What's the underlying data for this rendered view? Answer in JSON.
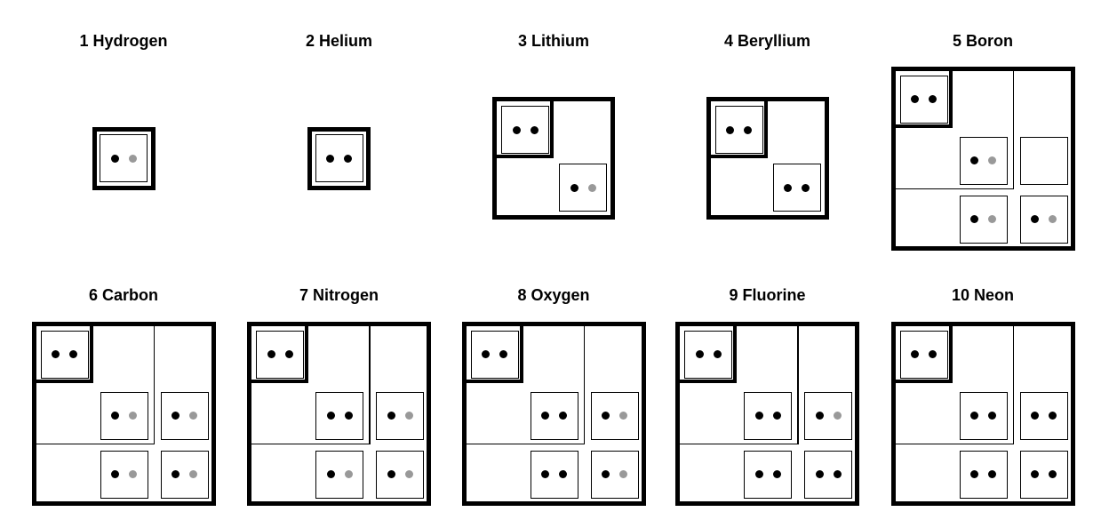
{
  "figure": {
    "background": "#ffffff",
    "dot_colors": {
      "filled": "#000000",
      "empty": "#999999"
    },
    "elements": [
      {
        "atomic_number": "1",
        "name": "Hydrogen",
        "title": "1 Hydrogen",
        "orbitals": {
          "1s": [
            "filled",
            "empty"
          ]
        }
      },
      {
        "atomic_number": "2",
        "name": "Helium",
        "title": "2 Helium",
        "orbitals": {
          "1s": [
            "filled",
            "filled"
          ]
        }
      },
      {
        "atomic_number": "3",
        "name": "Lithium",
        "title": "3 Lithium",
        "orbitals": {
          "1s": [
            "filled",
            "filled"
          ],
          "2s": [
            "filled",
            "empty"
          ]
        }
      },
      {
        "atomic_number": "4",
        "name": "Beryllium",
        "title": "4 Beryllium",
        "orbitals": {
          "1s": [
            "filled",
            "filled"
          ],
          "2s": [
            "filled",
            "filled"
          ]
        }
      },
      {
        "atomic_number": "5",
        "name": "Boron",
        "title": "5 Boron",
        "orbitals": {
          "1s": [
            "filled",
            "filled"
          ],
          "2s": [
            "filled",
            "empty"
          ],
          "2p_a": [],
          "2p_b": [
            "filled",
            "empty"
          ],
          "2p_c": [
            "filled",
            "empty"
          ]
        }
      },
      {
        "atomic_number": "6",
        "name": "Carbon",
        "title": "6 Carbon",
        "orbitals": {
          "1s": [
            "filled",
            "filled"
          ],
          "2s": [
            "filled",
            "empty"
          ],
          "2p_a": [
            "filled",
            "empty"
          ],
          "2p_b": [
            "filled",
            "empty"
          ],
          "2p_c": [
            "filled",
            "empty"
          ]
        }
      },
      {
        "atomic_number": "7",
        "name": "Nitrogen",
        "title": "7 Nitrogen",
        "orbitals": {
          "1s": [
            "filled",
            "filled"
          ],
          "2s": [
            "filled",
            "filled"
          ],
          "2p_a": [
            "filled",
            "empty"
          ],
          "2p_b": [
            "filled",
            "empty"
          ],
          "2p_c": [
            "filled",
            "empty"
          ]
        }
      },
      {
        "atomic_number": "8",
        "name": "Oxygen",
        "title": "8 Oxygen",
        "orbitals": {
          "1s": [
            "filled",
            "filled"
          ],
          "2s": [
            "filled",
            "filled"
          ],
          "2p_a": [
            "filled",
            "empty"
          ],
          "2p_b": [
            "filled",
            "filled"
          ],
          "2p_c": [
            "filled",
            "empty"
          ]
        }
      },
      {
        "atomic_number": "9",
        "name": "Fluorine",
        "title": "9 Fluorine",
        "orbitals": {
          "1s": [
            "filled",
            "filled"
          ],
          "2s": [
            "filled",
            "filled"
          ],
          "2p_a": [
            "filled",
            "empty"
          ],
          "2p_b": [
            "filled",
            "filled"
          ],
          "2p_c": [
            "filled",
            "filled"
          ]
        }
      },
      {
        "atomic_number": "10",
        "name": "Neon",
        "title": "10 Neon",
        "orbitals": {
          "1s": [
            "filled",
            "filled"
          ],
          "2s": [
            "filled",
            "filled"
          ],
          "2p_a": [
            "filled",
            "filled"
          ],
          "2p_b": [
            "filled",
            "filled"
          ],
          "2p_c": [
            "filled",
            "filled"
          ]
        }
      }
    ]
  }
}
